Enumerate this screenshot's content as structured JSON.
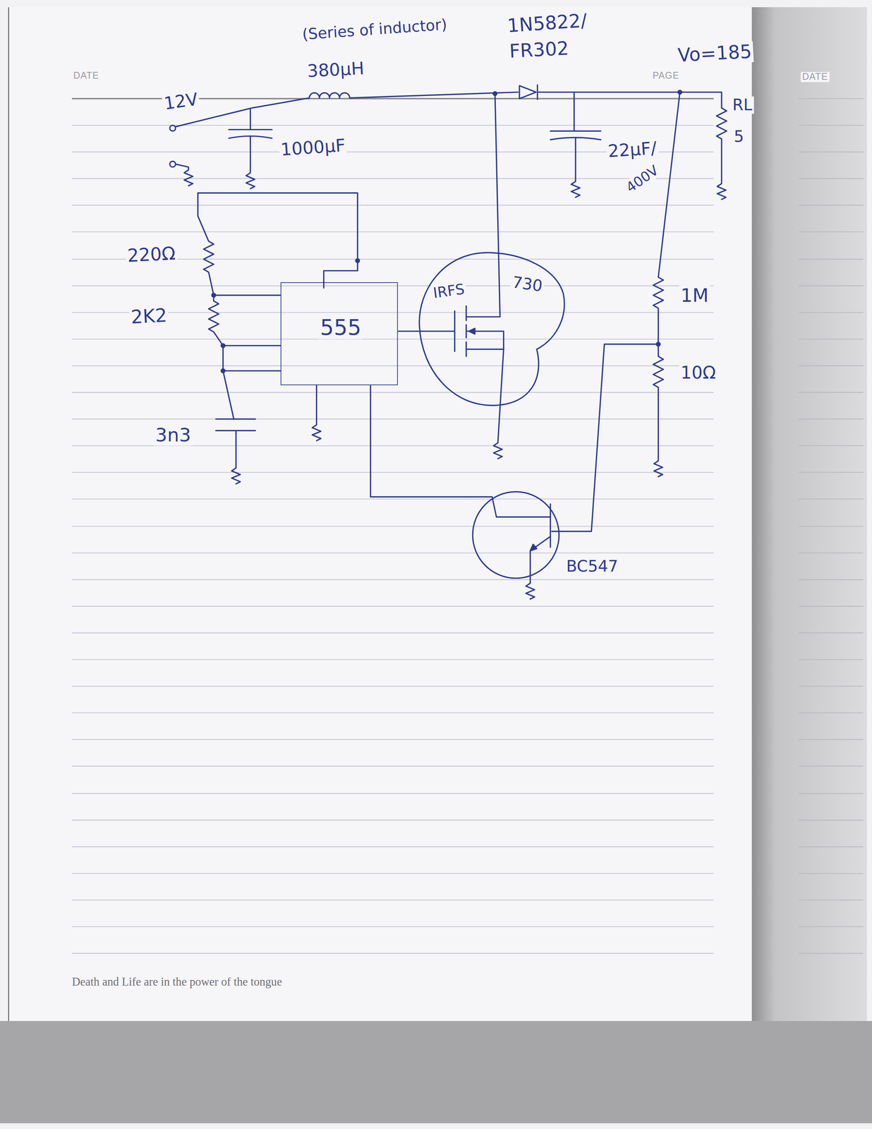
{
  "diagram": {
    "nodes": [
      {
        "text": [
          "555"
        ]
      },
      {
        "text": [
          "IRFS",
          "730"
        ]
      },
      {
        "text": [
          "BC547"
        ]
      }
    ],
    "edges": [
      {
        "from": 0,
        "to": 1,
        "arrow": "none"
      },
      {
        "from": 0,
        "to": 2,
        "arrow": "none"
      }
    ],
    "labels": [
      "(Series of inductor)",
      "1N5822/",
      "380µH",
      "FR302",
      "Vo=185",
      "DATE",
      "PAGE",
      "DATE",
      "RL",
      "12V",
      "5",
      "1000µF",
      "22µF/",
      "400V",
      "220Ω",
      "1M",
      "2K2",
      "10Ω",
      "3n3",
      "Death and Life are in the power of the tongue"
    ]
  }
}
